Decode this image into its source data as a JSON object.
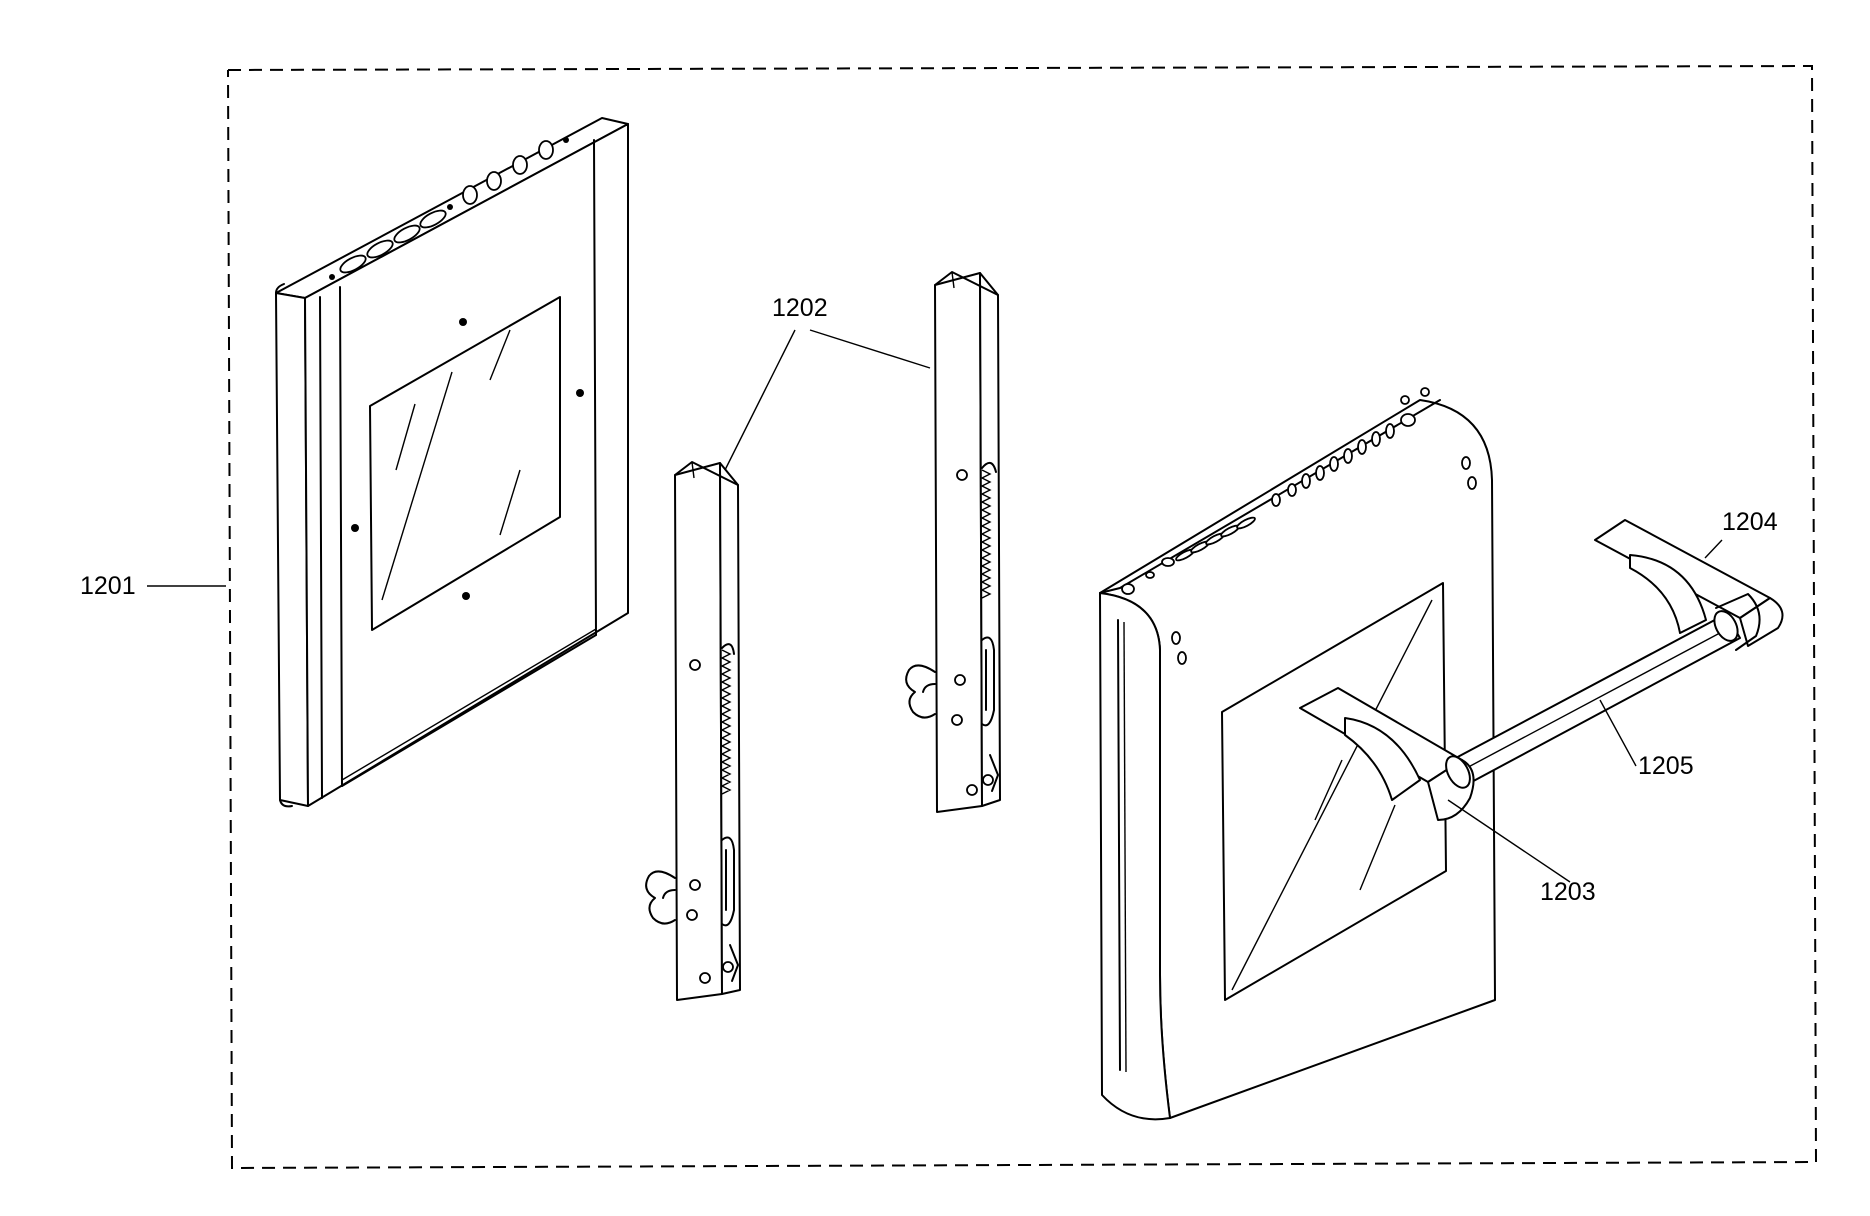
{
  "figure": {
    "labels": {
      "inner_door_panel": "1201",
      "hinge_assemblies": "1202",
      "handle_bracket_lower": "1203",
      "handle_bracket_upper": "1204",
      "handle_bar": "1205"
    }
  }
}
